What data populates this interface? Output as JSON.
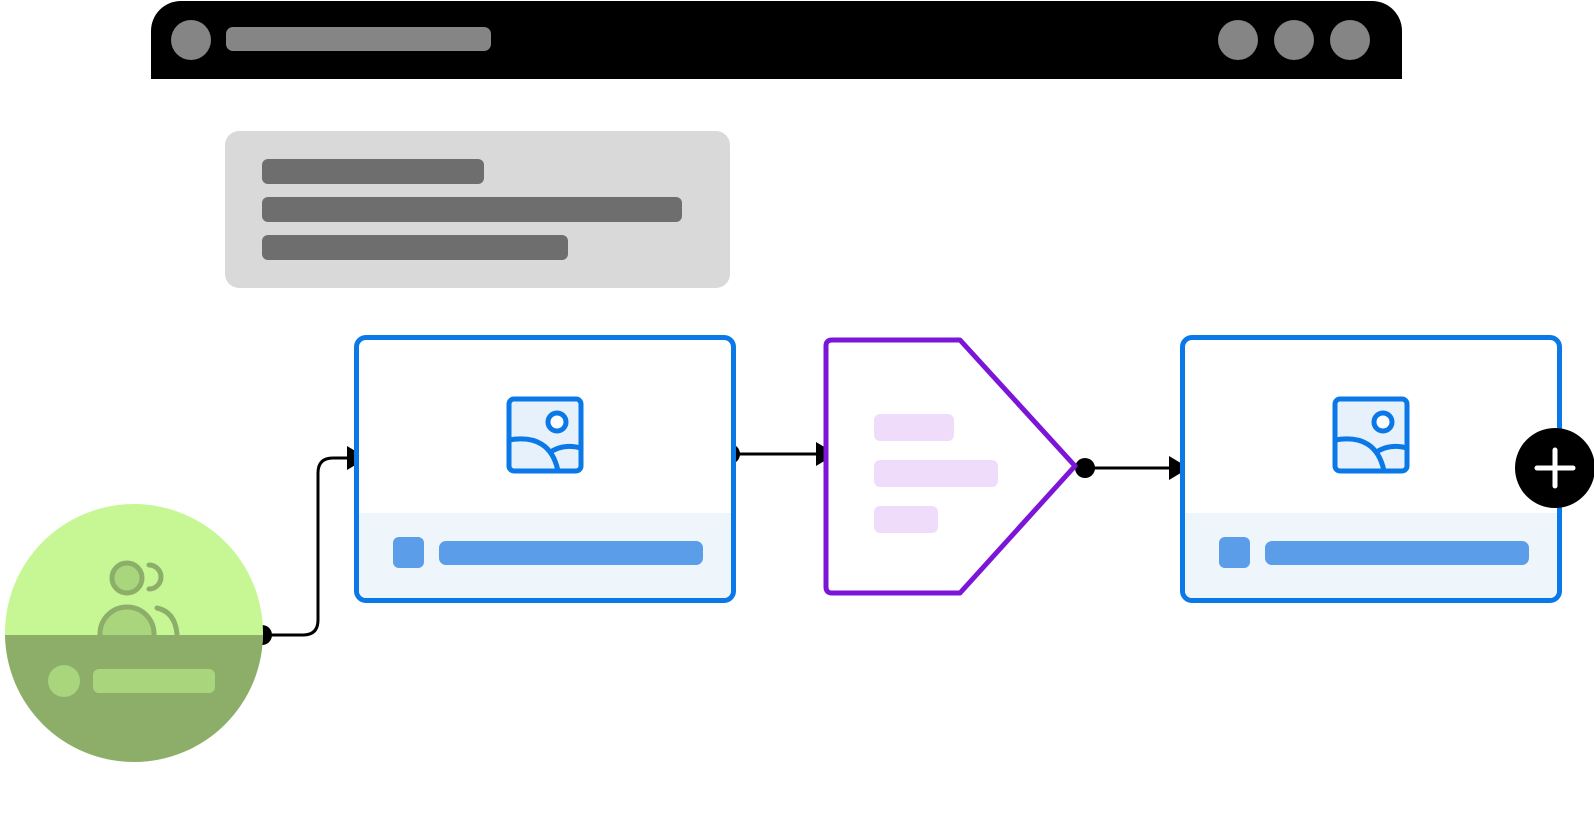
{
  "colors": {
    "titlebar": "#000000",
    "placeholder_gray": "#858585",
    "info_card_bg": "#d9d9d9",
    "info_line": "#6e6e6e",
    "step_border": "#0a78e6",
    "step_footer_bg": "#eef5fb",
    "step_placeholder": "#5b9de8",
    "decision_border": "#7b16d9",
    "decision_placeholder": "#efdcfb",
    "trigger_top": "#c7f794",
    "trigger_bottom": "#8cae68",
    "trigger_icon": "#8cae68",
    "connector": "#000000",
    "add_button": "#000000"
  },
  "icons": {
    "window_control": "circle",
    "step": "image-icon",
    "trigger": "users-icon",
    "add": "plus-icon"
  },
  "window_controls": [
    "control-1",
    "control-2",
    "control-3"
  ],
  "flow": {
    "nodes": [
      "trigger",
      "step-1",
      "decision",
      "step-2"
    ],
    "connections": [
      {
        "from": "trigger",
        "to": "step-1"
      },
      {
        "from": "step-1",
        "to": "decision"
      },
      {
        "from": "decision",
        "to": "step-2"
      }
    ]
  }
}
